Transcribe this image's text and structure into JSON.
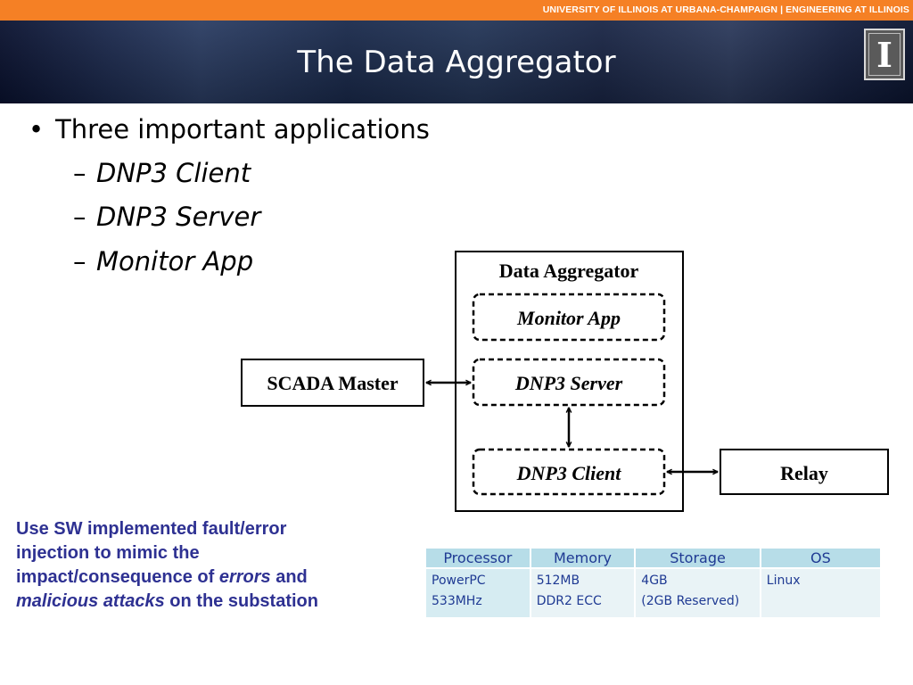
{
  "header": {
    "banner_text": "UNIVERSITY OF ILLINOIS AT URBANA-CHAMPAIGN | ENGINEERING AT ILLINOIS",
    "title": "The Data Aggregator",
    "logo_letter": "I"
  },
  "bullets": {
    "main": "Three important applications",
    "items": [
      {
        "dash": "–",
        "text": "DNP3 Client"
      },
      {
        "dash": "–",
        "text": "DNP3 Server"
      },
      {
        "dash": "–",
        "text": "Monitor App"
      }
    ]
  },
  "diagram": {
    "container_label": "Data Aggregator",
    "monitor_app": "Monitor App",
    "dnp3_server": "DNP3 Server",
    "dnp3_client": "DNP3 Client",
    "scada_master": "SCADA Master",
    "relay": "Relay"
  },
  "note": {
    "part1": "Use SW implemented fault/error injection to mimic the impact/consequence of ",
    "errors": "errors",
    "and": " and ",
    "malicious": "malicious attacks",
    "part2": " on the substation"
  },
  "spec_table": {
    "headers": [
      "Processor",
      "Memory",
      "Storage",
      "OS"
    ],
    "row": [
      [
        "PowerPC",
        "533MHz"
      ],
      [
        "512MB",
        "DDR2 ECC"
      ],
      [
        "4GB",
        "(2GB Reserved)"
      ],
      [
        "Linux"
      ]
    ]
  },
  "colors": {
    "orange_bar": "#f58025",
    "banner_navy": "#1c2a4e",
    "note_blue": "#2e3192",
    "table_header": "#b7dde8",
    "table_cell": "#e9f3f6"
  }
}
